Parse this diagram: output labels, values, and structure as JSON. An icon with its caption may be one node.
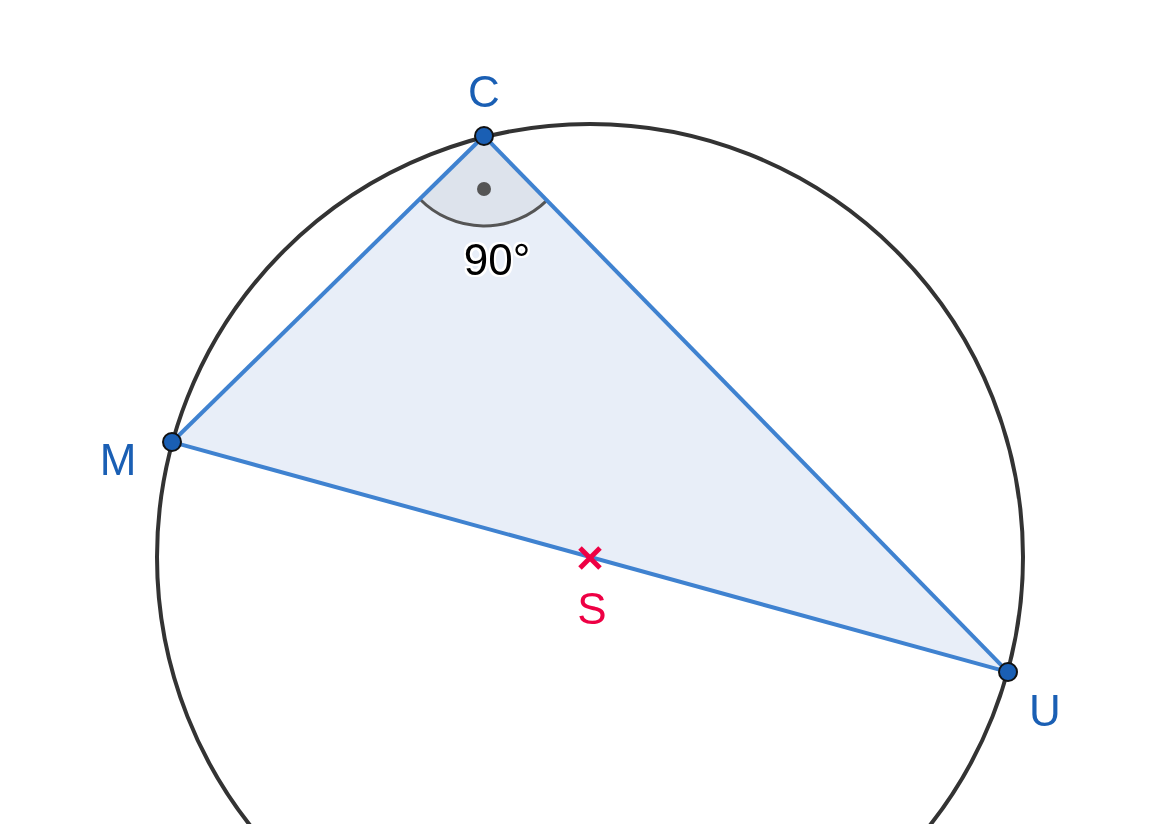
{
  "diagram": {
    "nodes": [
      {
        "text": [
          "C"
        ]
      },
      {
        "text": [
          "M"
        ]
      },
      {
        "text": [
          "U"
        ]
      }
    ],
    "edges": [
      {
        "from": 1,
        "to": 0,
        "arrow": "none"
      },
      {
        "from": 0,
        "to": 2,
        "arrow": "none"
      },
      {
        "from": 1,
        "to": 2,
        "arrow": "none"
      }
    ],
    "labels": [
      "90°",
      "S"
    ]
  }
}
